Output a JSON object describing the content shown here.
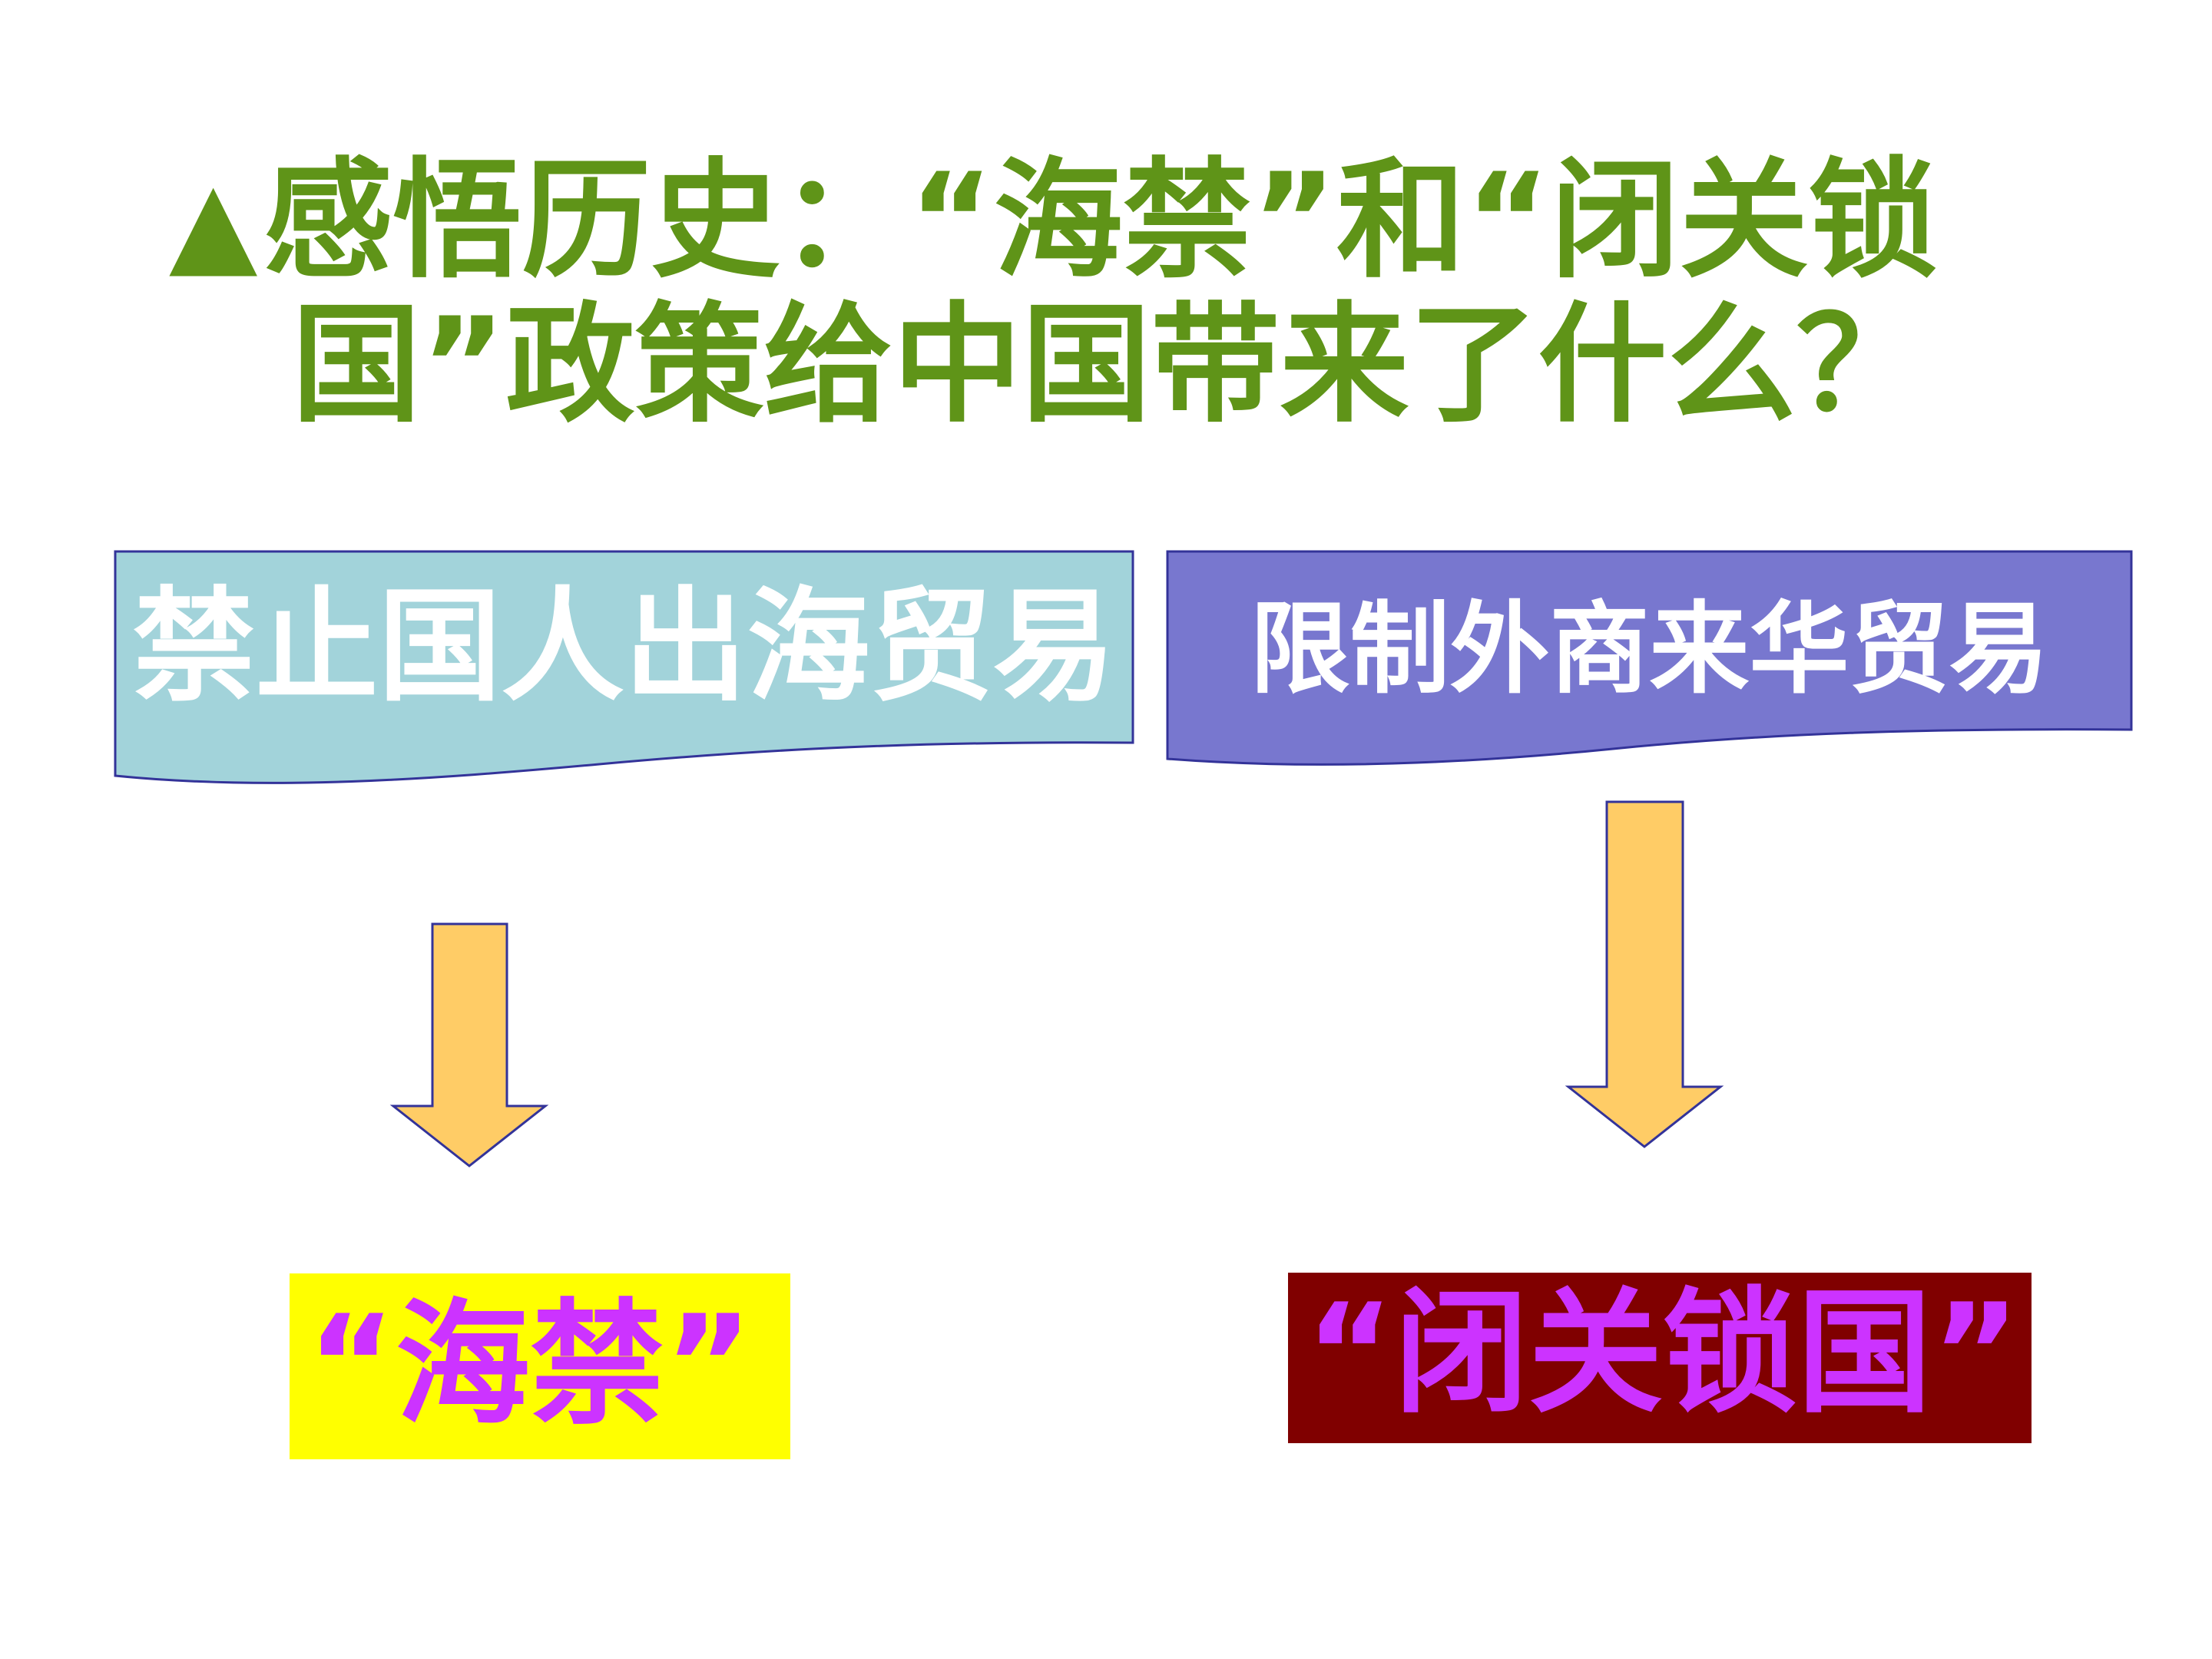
{
  "title": {
    "marker": "▲",
    "line1": "感悟历史：“海禁”和“闭关锁",
    "line2": "国”政策给中国带来了什么？"
  },
  "causes": [
    {
      "label": "禁止国人出海贸易",
      "fill": "#a2d3da"
    },
    {
      "label": "限制外商来华贸易",
      "fill": "#7877cf"
    }
  ],
  "results": [
    {
      "label": "“海禁”",
      "fill": "#ffff00",
      "text_color": "#cc33ff"
    },
    {
      "label": "“闭关锁国”",
      "fill": "#800000",
      "text_color": "#cc33ff"
    }
  ],
  "colors": {
    "title": "#5f9418",
    "arrow_fill": "#ffcc66",
    "arrow_stroke": "#333399",
    "background": "#ffffff"
  }
}
